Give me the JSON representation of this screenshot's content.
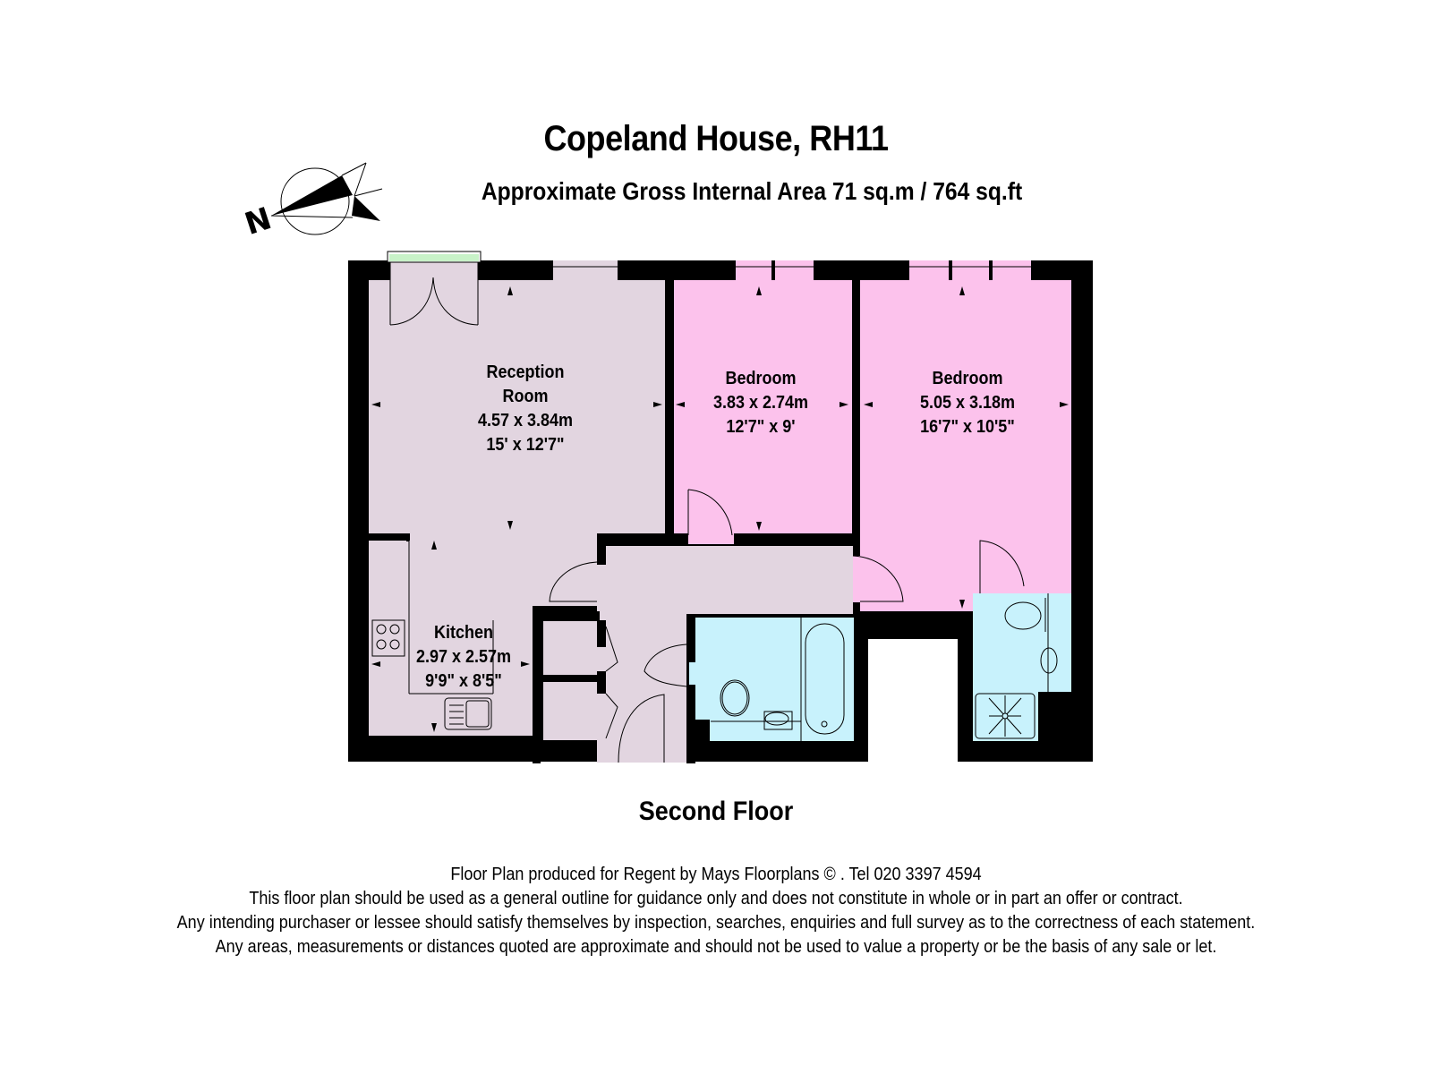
{
  "header": {
    "title": "Copeland House, RH11",
    "subtitle": "Approximate Gross Internal Area 71 sq.m  /  764 sq.ft"
  },
  "compass": {
    "label": "N"
  },
  "rooms": [
    {
      "name": "Reception",
      "name2": "Room",
      "metric": "4.57 x 3.84m",
      "imperial": "15' x 12'7\"",
      "color": "#e2d5e0"
    },
    {
      "name": "Bedroom",
      "metric": "3.83 x 2.74m",
      "imperial": "12'7\" x 9'",
      "color": "#fcc2ec"
    },
    {
      "name": "Bedroom",
      "metric": "5.05 x 3.18m",
      "imperial": "16'7\" x 10'5\"",
      "color": "#fcc2ec"
    },
    {
      "name": "Kitchen",
      "metric": "2.97 x 2.57m",
      "imperial": "9'9\" x 8'5\"",
      "color": "#e2d5e0"
    }
  ],
  "colors": {
    "wall": "#000000",
    "living": "#e2d5e0",
    "bedroom": "#fcc2ec",
    "bathroom": "#c8f2fc",
    "balcony": "#c8f2c8"
  },
  "floor": {
    "label": "Second Floor"
  },
  "footer": {
    "lines": [
      "Floor Plan produced for Regent by Mays Floorplans © . Tel 020 3397 4594",
      "This floor plan should be used as a general outline for guidance only and does not constitute in whole or in part an offer or contract.",
      "Any intending purchaser or lessee should satisfy themselves by inspection, searches, enquiries and full survey as to the correctness of each statement.",
      "Any areas, measurements or distances quoted are approximate and should not be used to value a property or be the basis of any sale or let."
    ]
  }
}
